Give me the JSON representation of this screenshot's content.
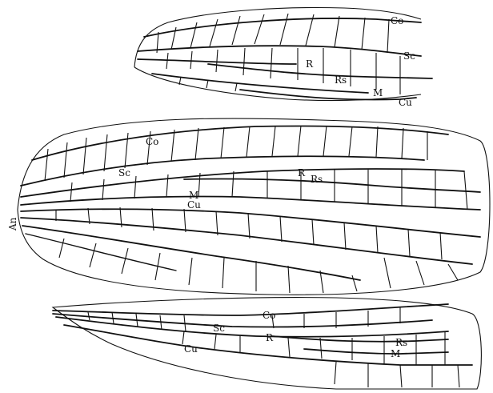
{
  "wings": [
    {
      "id": "forewing-top",
      "labels": {
        "co": "Co",
        "sc": "Sc",
        "r": "R",
        "rs": "Rs",
        "m": "M",
        "cu": "Cu"
      }
    },
    {
      "id": "hindwing-middle",
      "labels": {
        "co": "Co",
        "sc": "Sc",
        "r": "R",
        "rs": "Rs",
        "m": "M",
        "cu": "Cu",
        "an": "An"
      }
    },
    {
      "id": "wing-bottom",
      "labels": {
        "co": "Co",
        "sc": "Sc",
        "r": "R",
        "rs": "Rs",
        "m": "M",
        "cu": "Cu"
      }
    }
  ]
}
